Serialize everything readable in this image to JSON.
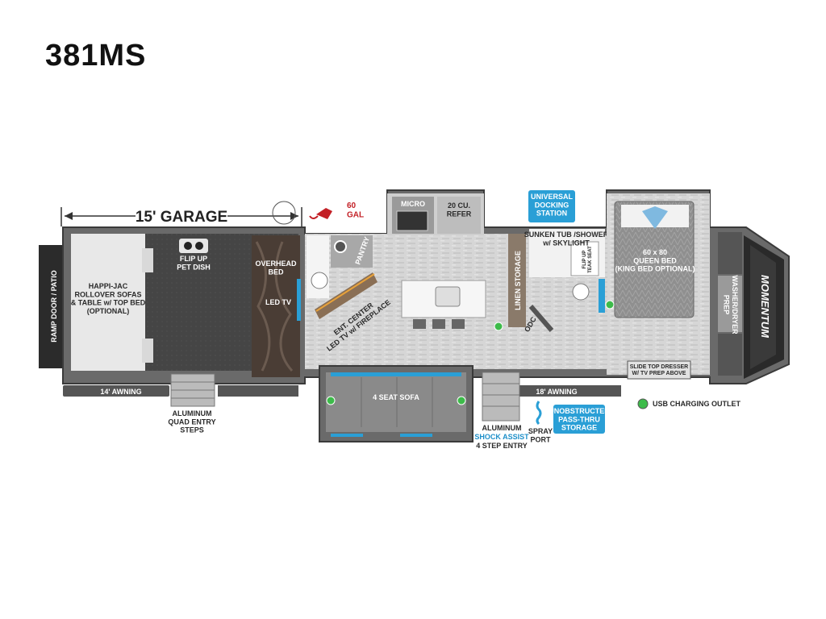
{
  "model": "381MS",
  "labels": {
    "garage": "15' GARAGE",
    "fuel": "60\nGAL",
    "ramp_door": "RAMP DOOR / PATIO",
    "sofas": "HAPPI-JAC\nROLLOVER SOFAS\n& TABLE w/ TOP BED\n(OPTIONAL)",
    "pet_dish": "FLIP UP\nPET DISH",
    "overhead_bed": "OVERHEAD\nBED",
    "led_tv": "LED TV",
    "pantry": "PANTRY",
    "ent_center": "ENT. CENTER\nLED TV w/ FIREPLACE",
    "micro": "MICRO",
    "refer": "20 CU.\nREFER",
    "linen": "LINEN STORAGE",
    "docking": "UNIVERSAL\nDOCKING\nSTATION",
    "tub": "SUNKEN TUB /SHOWER\nw/ SKYLIGHT",
    "teak": "FLIP UP\nTEAK SEAT",
    "odc": "ODC",
    "queen_bed": "60 x 80\nQUEEN BED\n(KING BED OPTIONAL)",
    "washer": "WASHER/DRYER\nPREP",
    "dresser": "SLIDE TOP DRESSER\nW/ TV PREP ABOVE",
    "awning_14": "14' AWNING",
    "awning_18": "18' AWNING",
    "sofa_4": "4 SEAT SOFA",
    "quad_steps": "ALUMINUM\nQUAD ENTRY\nSTEPS",
    "aluminum": "ALUMINUM",
    "shock_assist": "SHOCK ASSIST",
    "four_step": "4 STEP ENTRY",
    "spray_port": "SPRAY\nPORT",
    "pass_thru": "UNOBSTRUCTED\nPASS-THRU\nSTORAGE",
    "usb": "USB CHARGING OUTLET",
    "brand": "MOMENTUM"
  },
  "colors": {
    "wall": "#5c5c5c",
    "floor": "#d9d9d9",
    "garage_floor": "#3f3f3f",
    "blue": "#2a9fd6",
    "green": "#3dbb4a",
    "red": "#c32026"
  }
}
